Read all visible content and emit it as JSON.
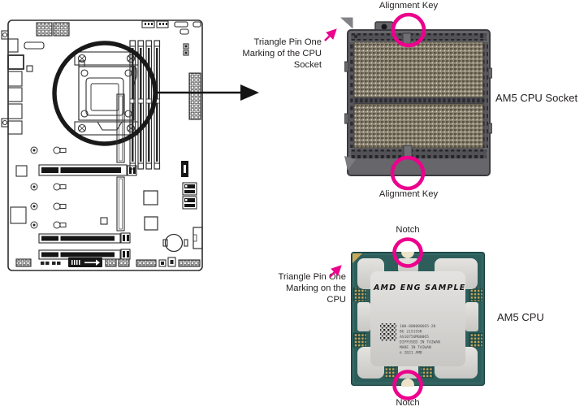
{
  "colors": {
    "accent_pink": "#ec008c",
    "text": "#231f20",
    "socket_frame": "#66666b",
    "socket_pins": "#8a8172",
    "cpu_pcb": "#2d5e5b",
    "cpu_ihs": "#d9d8d5",
    "gold": "#c9a65a"
  },
  "socket_section": {
    "alignment_key_top": "Alignment Key",
    "alignment_key_bottom": "Alignment Key",
    "pin_one_label": [
      "Triangle Pin One",
      "Marking of the CPU",
      "Socket"
    ],
    "title": "AM5 CPU Socket"
  },
  "cpu_section": {
    "notch_top": "Notch",
    "notch_bottom": "Notch",
    "pin_one_label": [
      "Triangle Pin One",
      "Marking on the",
      "CPU"
    ],
    "title": "AM5 CPU",
    "chip_brand_text": "AMD ENG SAMPLE",
    "chip_print_lines": [
      "100-000000665-20",
      "BG 2151SSK",
      "AS1075UM00065",
      "DIFFUSED IN TAIWAN",
      "MADE IN TAIWAN",
      "© 2021 AMD"
    ]
  }
}
